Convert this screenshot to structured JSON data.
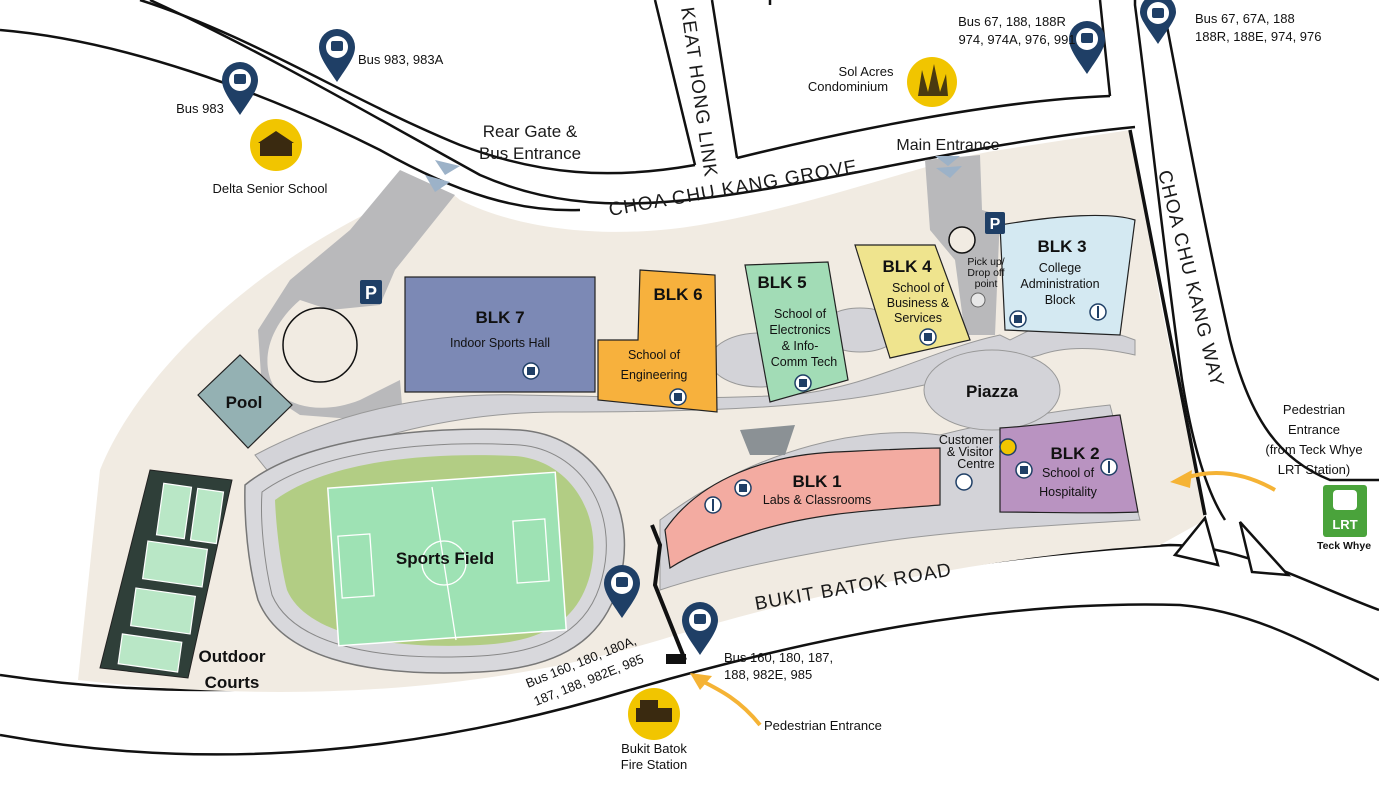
{
  "roads": {
    "choa_chu_kang_grove": "CHOA CHU KANG GROVE",
    "keat_hong_link": "KEAT HONG LINK",
    "choa_chu_kang_way": "CHOA CHU KANG WAY",
    "bukit_batok_road": "BUKIT BATOK ROAD"
  },
  "entrances": {
    "rear_gate_l1": "Rear Gate &",
    "rear_gate_l2": "Bus Entrance",
    "main": "Main Entrance",
    "pedestrian_east_l1": "Pedestrian",
    "pedestrian_east_l2": "Entrance",
    "pedestrian_east_l3": "(from Teck Whye",
    "pedestrian_east_l4": "LRT Station)",
    "pedestrian_south": "Pedestrian Entrance"
  },
  "landmarks": {
    "delta": "Delta Senior School",
    "sol_acres_l1": "Sol Acres",
    "sol_acres_l2": "Condominium",
    "fire_station_l1": "Bukit Batok",
    "fire_station_l2": "Fire Station",
    "lrt_badge": "LRT",
    "lrt_station": "Teck Whye"
  },
  "bus_stops": {
    "bus_983": "Bus 983",
    "bus_983_983a": "Bus 983, 983A",
    "bus_grove_l1": "Bus 67, 188, 188R",
    "bus_grove_l2": "974, 974A, 976, 991",
    "bus_way_l1": "Bus 67, 67A, 188",
    "bus_way_l2": "188R, 188E, 974, 976",
    "bus_bbr_west_l1": "Bus 160, 180, 180A,",
    "bus_bbr_west_l2": "187, 188, 982E, 985",
    "bus_bbr_east_l1": "Bus 160, 180, 187,",
    "bus_bbr_east_l2": "188, 982E, 985"
  },
  "blocks": {
    "blk7": {
      "name": "BLK 7",
      "desc": [
        "Indoor Sports Hall"
      ]
    },
    "blk6": {
      "name": "BLK 6",
      "desc": [
        "School of",
        "Engineering"
      ]
    },
    "blk5": {
      "name": "BLK 5",
      "desc": [
        "School of",
        "Electronics",
        "& Info-",
        "Comm Tech"
      ]
    },
    "blk4": {
      "name": "BLK 4",
      "desc": [
        "School of",
        "Business &",
        "Services"
      ]
    },
    "blk3": {
      "name": "BLK 3",
      "desc": [
        "College",
        "Administration",
        "Block"
      ]
    },
    "blk1": {
      "name": "BLK 1",
      "desc": [
        "Labs & Classrooms"
      ]
    },
    "blk2": {
      "name": "BLK 2",
      "desc": [
        "School of",
        "Hospitality"
      ]
    }
  },
  "areas": {
    "piazza": "Piazza",
    "pool": "Pool",
    "sports_field": "Sports Field",
    "outdoor_l1": "Outdoor",
    "outdoor_l2": "Courts",
    "pickup_l1": "Pick up/",
    "pickup_l2": "Drop off",
    "pickup_l3": "point",
    "customer_l1": "Customer",
    "customer_l2": "& Visitor",
    "customer_l3": "Centre"
  },
  "parking_glyph": "P",
  "colors": {
    "campus": "#f1ebe2",
    "path": "#d3d3d8",
    "driveway": "#b9b9bb",
    "pin": "#1f3f66",
    "landmark": "#f1c500",
    "arrow": "#f5b335",
    "blk7": "#7c89b5",
    "blk6": "#f7b13d",
    "blk5": "#a2dcb6",
    "blk4": "#efe48e",
    "blk3": "#d4e9f2",
    "blk1": "#f3aba1",
    "blk2": "#b993c1",
    "field_outer": "#b2cd84",
    "field_inner": "#9ee2b4",
    "track": "#d8d8dc",
    "pool": "#94b1b3",
    "court": "#b9e7c6",
    "lrt": "#4aa33b"
  }
}
